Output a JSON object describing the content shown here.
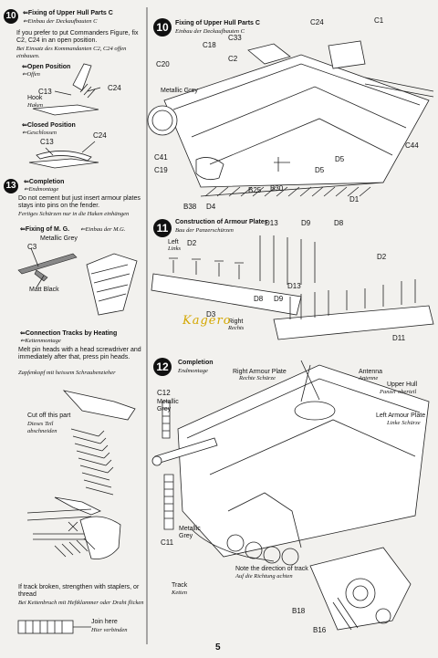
{
  "page_number": "5",
  "watermark": "Kagero",
  "left_col": {
    "s10": {
      "num": "10",
      "title": "Fixing of Upper Hull Parts C",
      "title_de": "Einbau der Deckaufbauten C",
      "note": "If you prefer to put Commanders Figure, fix C2, C24 in an open position.",
      "note_de": "Bei Einsatz des Kommandanten C2, C24 offen einbauen.",
      "open_label": "Open Position",
      "open_label_de": "Offen",
      "open_c13": "C13",
      "open_c24": "C24",
      "hook": "Hook",
      "hook_de": "Haken",
      "closed_label": "Closed Position",
      "closed_label_de": "Geschlossen",
      "closed_c13": "C13",
      "closed_c24": "C24"
    },
    "s13": {
      "num": "13",
      "title": "Completion",
      "title_de": "Endmontage",
      "note": "Do not cement but just insert armour plates stays into pins on the fender.",
      "note_de": "Fertiges Schürzen nur in die Haken einhängen",
      "mg_label": "Fixing of M. G.",
      "mg_label_de": "Einbau der M.G.",
      "metallic_grey": "Metallic Grey",
      "c3": "C3",
      "matt_black": "Matt Black",
      "tracks_label": "Connection Tracks by Heating",
      "tracks_label_de": "Kettenmontage",
      "tracks_note": "Melt pin heads with a head screwdriver and immediately after that, press pin heads.",
      "tracks_note_de": "Zapfenkopf mit heissem Schraubenzieher",
      "cutoff": "Cut off this part",
      "cutoff_de1": "Dieses Teil",
      "cutoff_de2": "abschneiden",
      "broken": "If track broken, strengthen with staplers, or thread",
      "broken_de": "Bei Kettenbruch mit Heftklammer oder Draht flicken",
      "join": "Join here",
      "join_de": "Hier verbinden"
    }
  },
  "right_col": {
    "s10": {
      "num": "10",
      "title": "Fixing of Upper Hull Parts C",
      "title_de": "Einbau der Deckaufbauten C",
      "labels": [
        "C24",
        "C1",
        "C33",
        "C18",
        "C2",
        "C20",
        "Metallic Grey",
        "C41",
        "C19",
        "C44",
        "D5",
        "D5",
        "B38",
        "D4",
        "B25",
        "B30",
        "D1"
      ]
    },
    "s11": {
      "num": "11",
      "title": "Construction of Armour Plates",
      "title_de": "Bau der Panzerschürzen",
      "left": "Left",
      "left_de": "Links",
      "right": "Right",
      "right_de": "Rechts",
      "labels": [
        "D2",
        "D13",
        "D9",
        "D8",
        "D2",
        "D3",
        "D8",
        "D9",
        "D13",
        "D11"
      ]
    },
    "s12": {
      "num": "12",
      "title": "Completion",
      "title_de": "Endmontage",
      "right_armour": "Right Armour Plate",
      "right_armour_de": "Rechte Schürze",
      "antenna": "Antenna",
      "antenna_de": "Antenne",
      "upper_hull": "Upper Hull",
      "upper_hull_de": "Panzer oberteil",
      "left_armour": "Left Armour Plate",
      "left_armour_de": "Linke Schürze",
      "c12": "C12",
      "metallic_grey": "Metallic Grey",
      "metallic_grey2": "Metallic Grey",
      "c11": "C11",
      "track": "Track",
      "track_de": "Ketten",
      "direction": "Note the direction of track",
      "direction_de": "Auf die Richtung achten",
      "b18": "B18",
      "b16": "B16"
    }
  }
}
